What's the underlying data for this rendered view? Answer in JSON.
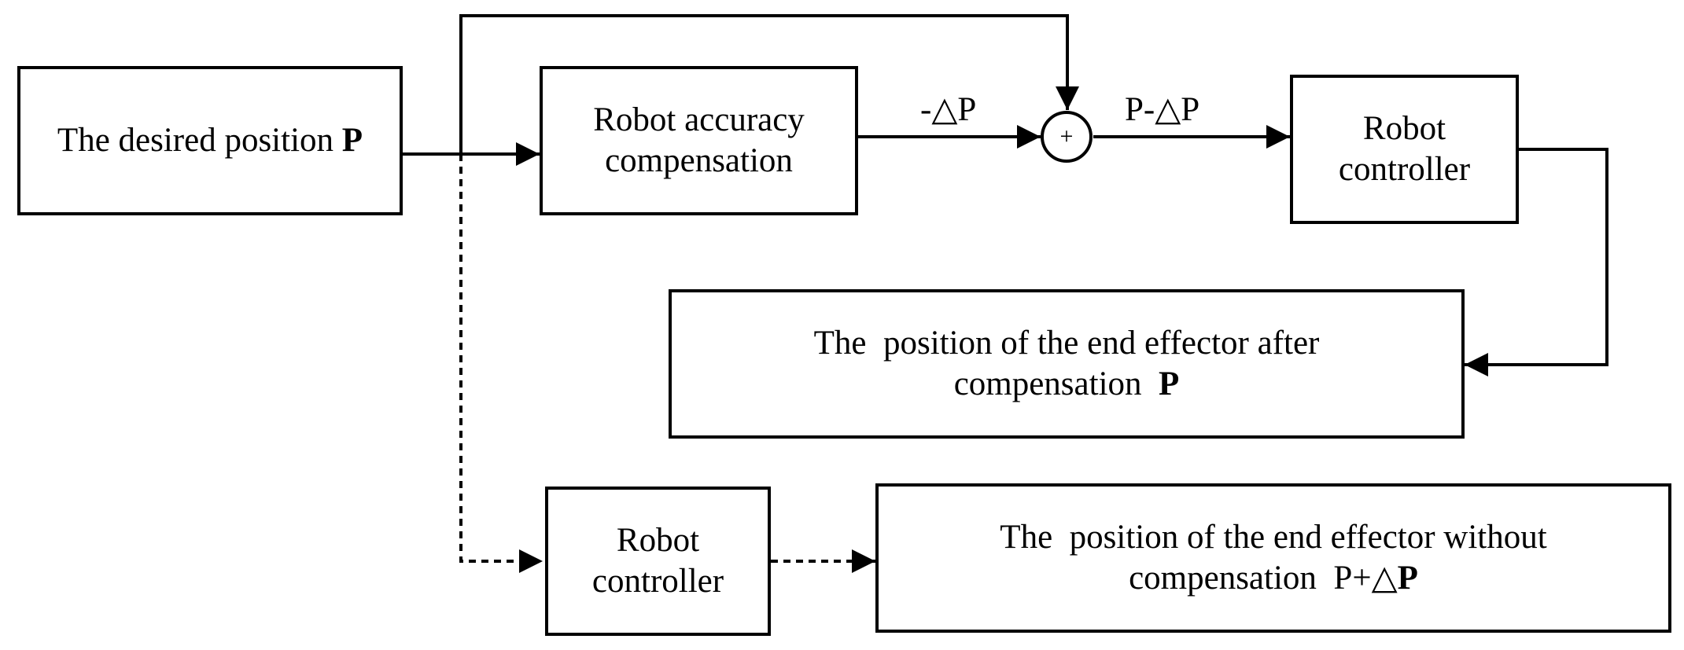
{
  "diagram": {
    "nodes": {
      "desired_position": {
        "text": "The desired position ",
        "symbol": "P"
      },
      "accuracy_compensation": {
        "line1": "Robot accuracy",
        "line2": "compensation"
      },
      "sum_junction": {
        "sign": "+"
      },
      "robot_controller_top": {
        "line1": "Robot",
        "line2": "controller"
      },
      "position_after_compensation": {
        "line1": "The  position of the end effector after",
        "line2": "compensation  ",
        "symbol": "P"
      },
      "robot_controller_bottom": {
        "line1": "Robot",
        "line2": "controller"
      },
      "position_without_compensation": {
        "line1": "The  position of the end effector without",
        "line2": "compensation  P+",
        "symbol": "△P"
      }
    },
    "edge_labels": {
      "minus_delta_p": "-△P",
      "p_minus_delta_p": "P-△P"
    },
    "colors": {
      "stroke": "#000000",
      "background": "#ffffff"
    }
  }
}
